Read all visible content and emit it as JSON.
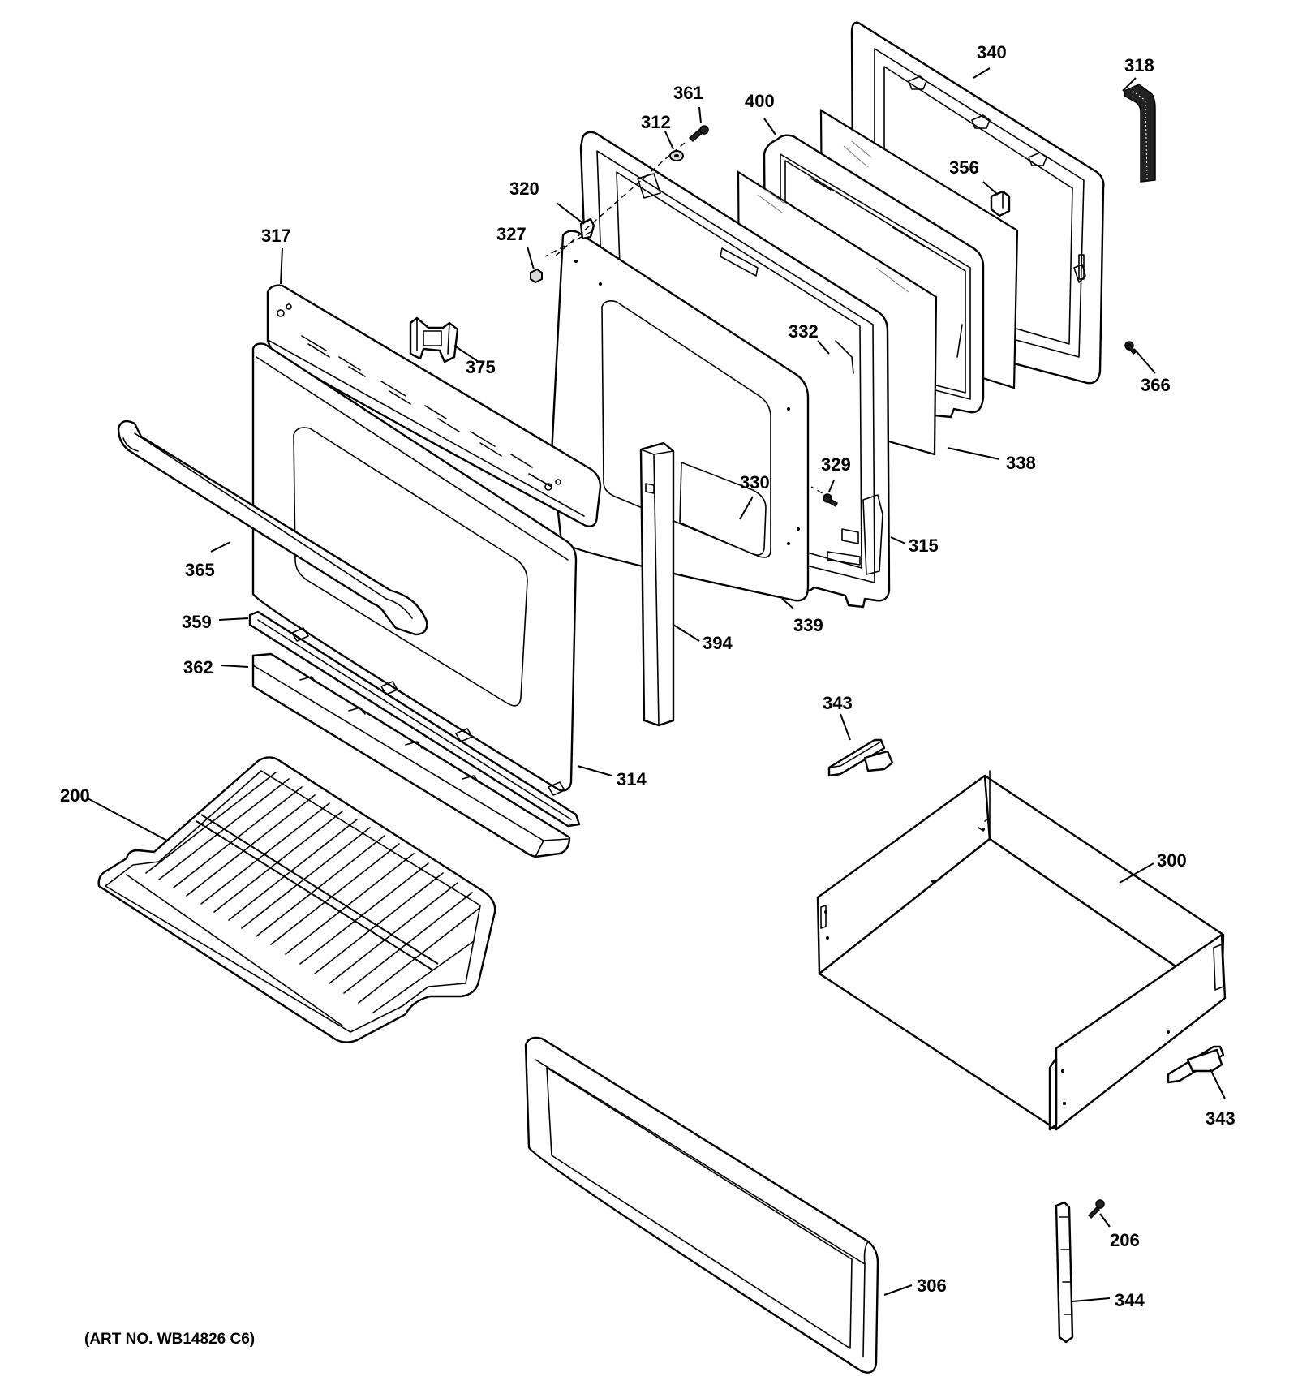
{
  "callouts": {
    "c340": "340",
    "c318": "318",
    "c361": "361",
    "c400": "400",
    "c312": "312",
    "c356": "356",
    "c320": "320",
    "c327": "327",
    "c317": "317",
    "c332": "332",
    "c375": "375",
    "c366": "366",
    "c338": "338",
    "c329": "329",
    "c330": "330",
    "c315": "315",
    "c365": "365",
    "c339": "339",
    "c359": "359",
    "c394": "394",
    "c362": "362",
    "c343a": "343",
    "c314": "314",
    "c200": "200",
    "c300": "300",
    "c343b": "343",
    "c206": "206",
    "c306": "306",
    "c344": "344"
  },
  "art_number": "(ART NO. WB14826 C6)"
}
